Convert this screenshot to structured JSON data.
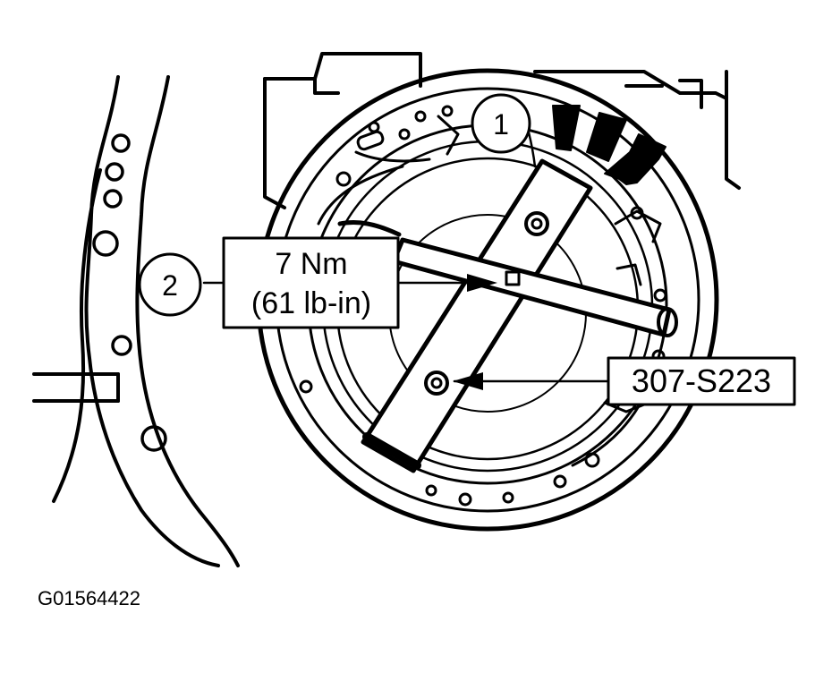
{
  "callouts": {
    "step1": "1",
    "step2": "2"
  },
  "torque": {
    "line1": "7 Nm",
    "line2": "(61 lb-in)"
  },
  "tool_number": "307-S223",
  "figure_id": "G01564422"
}
